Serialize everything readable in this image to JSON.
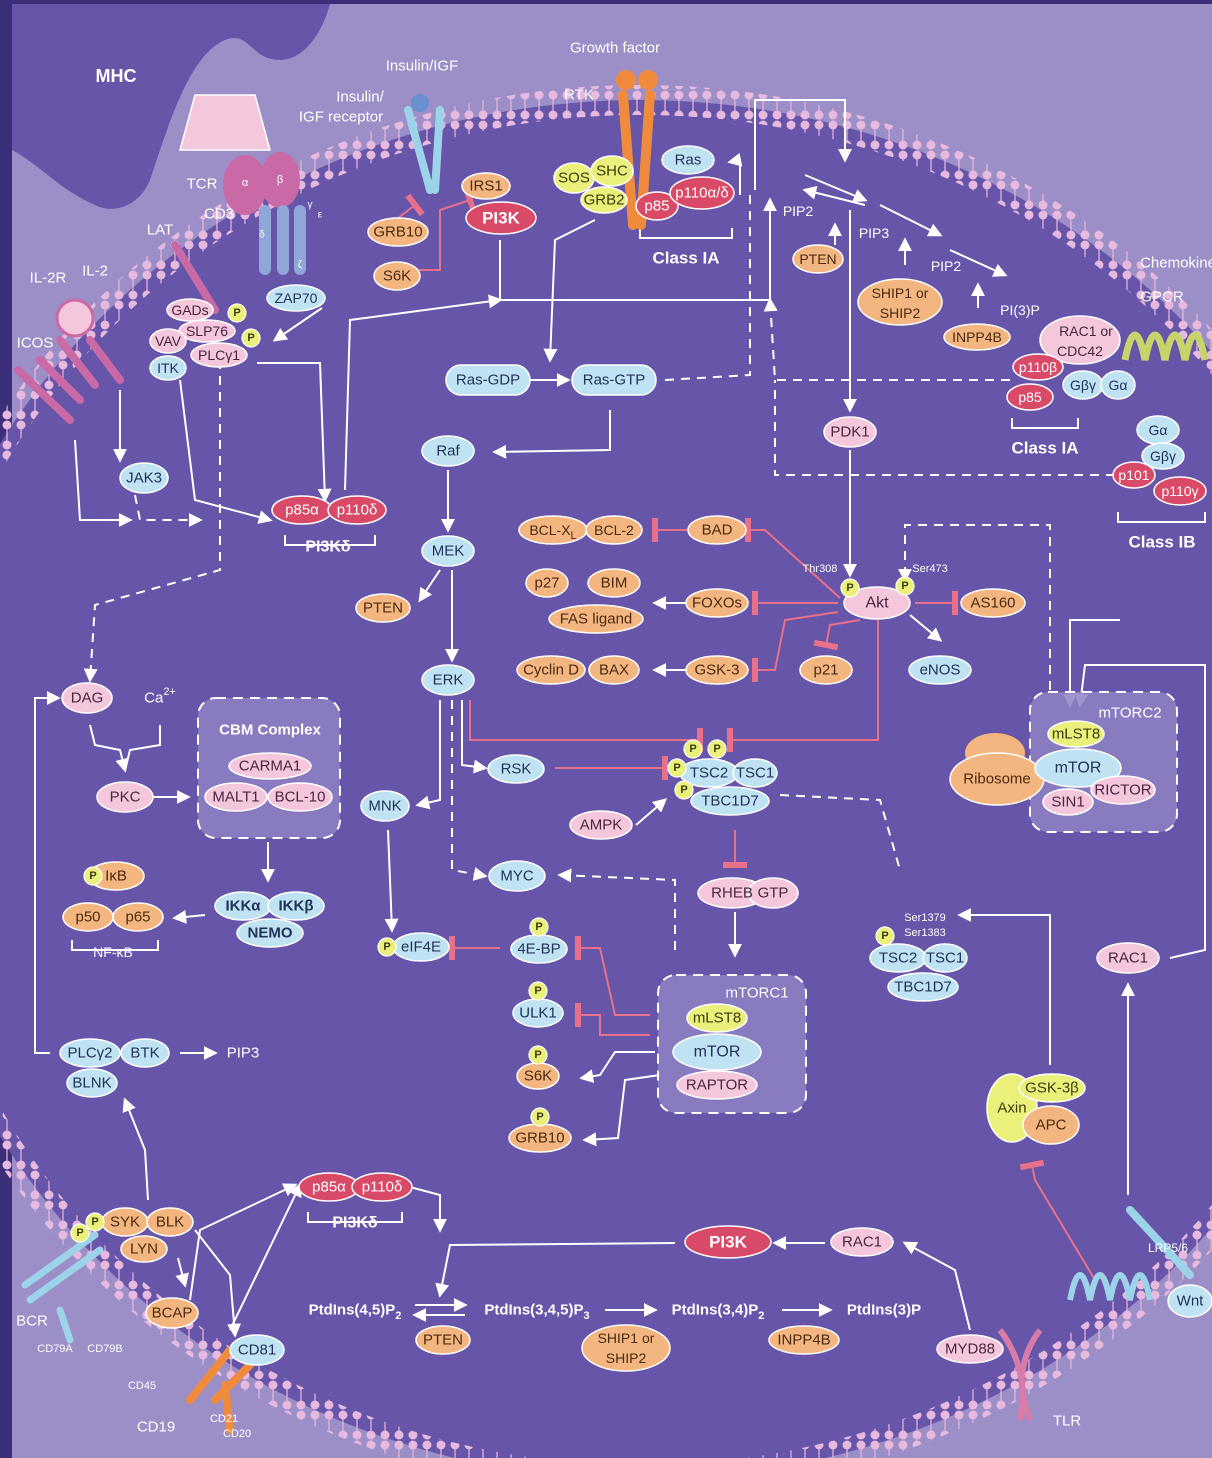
{
  "colors": {
    "background": "#3c2f7a",
    "cytoplasm": "#6655a8",
    "extracellular": "#9c8fc7",
    "membrane_head": "#e7b9de",
    "node_blue": "#bfe3f2",
    "node_pink": "#f4c7dd",
    "node_orange": "#f3b680",
    "node_red": "#d94a68",
    "node_yellow": "#eaf07a",
    "node_lavender": "#8f82c4",
    "arrow": "#ffffff",
    "inhibit": "#e8708a"
  },
  "outside": {
    "mhc": "MHC",
    "growth_factor": "Growth factor",
    "rtk": "RTK",
    "insulin_igf": "Insulin/IGF",
    "insulin_igf_receptor_line1": "Insulin/",
    "insulin_igf_receptor_line2": "IGF receptor",
    "tcr": "TCR",
    "cd3": "CD3",
    "lat": "LAT",
    "il2r": "IL-2R",
    "il2": "IL-2",
    "icos": "ICOS",
    "chemokine": "Chemokine",
    "gpcr": "GPCR",
    "bcr": "BCR",
    "cd79a": "CD79A",
    "cd79b": "CD79B",
    "cd45": "CD45",
    "cd19": "CD19",
    "cd21": "CD21",
    "cd20": "CD20",
    "tlr": "TLR",
    "lrp56": "LRP5/6",
    "wnt": "Wnt"
  },
  "tcr_chains": {
    "alpha": "α",
    "beta": "β",
    "gamma": "γ",
    "epsilon": "ε",
    "delta": "δ",
    "zeta": "ζ"
  },
  "nodes": {
    "gads": "GADs",
    "slp76": "SLP76",
    "vav": "VAV",
    "plcg1": "PLCγ1",
    "itk": "ITK",
    "zap70": "ZAP70",
    "jak3": "JAK3",
    "p85a": "p85α",
    "p110d": "p110δ",
    "pi3kd": "PI3Kδ",
    "grb10": "GRB10",
    "s6k": "S6K",
    "irs1": "IRS1",
    "pi3k": "PI3K",
    "sos": "SOS",
    "shc": "SHC",
    "grb2": "GRB2",
    "ras": "Ras",
    "p85": "p85",
    "p110ad": "p110α/δ",
    "class_ia": "Class IA",
    "pip2": "PIP2",
    "pip3": "PIP3",
    "pi3p": "PI(3)P",
    "pten": "PTEN",
    "ship1_line1": "SHIP1 or",
    "ship1_line2": "SHIP2",
    "inpp4b": "INPP4B",
    "rac1_cdc42_line1": "RAC1 or",
    "rac1_cdc42_line2": "CDC42",
    "p110b": "p110β",
    "gbg": "Gβγ",
    "ga": "Gα",
    "p101": "p101",
    "p110g": "p110γ",
    "class_ib": "Class IB",
    "ras_gdp": "Ras-GDP",
    "ras_gtp": "Ras-GTP",
    "raf": "Raf",
    "mek": "MEK",
    "erk": "ERK",
    "pdk1": "PDK1",
    "akt": "Akt",
    "thr308": "Thr308",
    "ser473": "Ser473",
    "p": "P",
    "bcl_xl": "BCL-X",
    "bcl_xl_sub": "L",
    "bcl2": "BCL-2",
    "bad": "BAD",
    "p27": "p27",
    "bim": "BIM",
    "fas_ligand": "FAS ligand",
    "foxos": "FOXOs",
    "as160": "AS160",
    "cyclin_d": "Cyclin D",
    "bax": "BAX",
    "gsk3": "GSK-3",
    "p21": "p21",
    "enos": "eNOS",
    "rsk": "RSK",
    "tsc2": "TSC2",
    "tsc1": "TSC1",
    "tbc1d7": "TBC1D7",
    "ampk": "AMPK",
    "rheb": "RHEB",
    "gtp": "GTP",
    "myc": "MYC",
    "mnk": "MNK",
    "eif4e": "eIF4E",
    "ebp4": "4E-BP",
    "ulk1": "ULK1",
    "grb10_b": "GRB10",
    "mtorc1": "mTORC1",
    "mlst8": "mLST8",
    "mtor": "mTOR",
    "raptor": "RAPTOR",
    "mtorc2": "mTORC2",
    "ribosome": "Ribosome",
    "sin1": "SIN1",
    "rictor": "RICTOR",
    "ser1379": "Ser1379",
    "ser1383": "Ser1383",
    "rac1": "RAC1",
    "gsk3b": "GSK-3β",
    "axin": "Axin",
    "apc": "APC",
    "dag": "DAG",
    "ca": "Ca",
    "ca_sup": "2+",
    "pkc": "PKC",
    "cbm": "CBM Complex",
    "carma1": "CARMA1",
    "malt1": "MALT1",
    "bcl10": "BCL-10",
    "ikb": "IκB",
    "p50": "p50",
    "p65": "p65",
    "nfkb": "NF-κB",
    "ikka": "IKKα",
    "ikkb": "IKKβ",
    "nemo": "NEMO",
    "plcg2": "PLCγ2",
    "btk": "BTK",
    "blnk": "BLNK",
    "syk": "SYK",
    "blk": "BLK",
    "lyn": "LYN",
    "bcap": "BCAP",
    "cd81": "CD81",
    "ptdins45": "PtdIns(4,5)P",
    "ptdins345": "PtdIns(3,4,5)P",
    "ptdins34": "PtdIns(3,4)P",
    "ptdins3": "PtdIns(3)P",
    "sub2": "2",
    "sub3": "3",
    "myd88": "MYD88"
  }
}
